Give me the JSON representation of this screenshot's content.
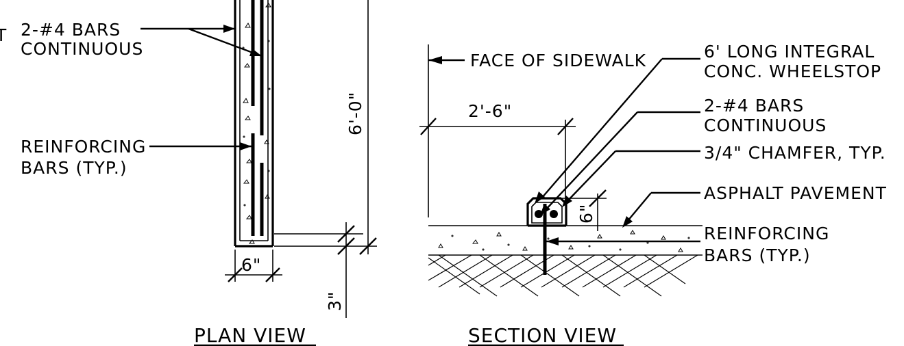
{
  "plan_view": {
    "title": "PLAN VIEW",
    "cut_off_left_label": "T",
    "callout_bars": [
      "2-#4 BARS",
      "CONTINUOUS"
    ],
    "callout_reinforcing": [
      "REINFORCING",
      "BARS (TYP.)"
    ],
    "dim_length": "6'-0\"",
    "dim_width": "6\"",
    "dim_cover": "3\""
  },
  "section_view": {
    "title": "SECTION VIEW",
    "face_of_sidewalk": "FACE OF SIDEWALK",
    "wheelstop": [
      "6' LONG INTEGRAL",
      "CONC. WHEELSTOP"
    ],
    "bars": [
      "2-#4 BARS",
      "CONTINUOUS"
    ],
    "chamfer": "3/4\" CHAMFER, TYP.",
    "asphalt": "ASPHALT PAVEMENT",
    "reinforcing": [
      "REINFORCING",
      "BARS (TYP.)"
    ],
    "dim_offset": "2'-6\"",
    "dim_height": "6\""
  }
}
